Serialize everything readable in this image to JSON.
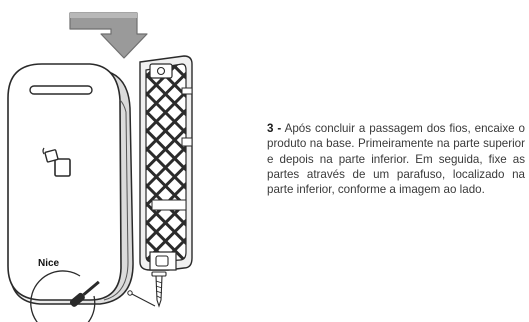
{
  "step": {
    "number": "3 -",
    "text": "Após concluir a passagem dos fios, encaixe o produto na base. Primeiramente na parte superior e depois na parte inferior. Em seguida, fixe as partes através de um parafuso, localizado na parte inferior, conforme a imagem ao lado."
  },
  "device": {
    "brand": "Nice"
  },
  "colors": {
    "arrow": "#8a8a8a",
    "base_pattern": "#2b2b2b",
    "device_body": "#ffffff",
    "device_side": "#e6e6e6",
    "text": "#3a3a3a"
  }
}
